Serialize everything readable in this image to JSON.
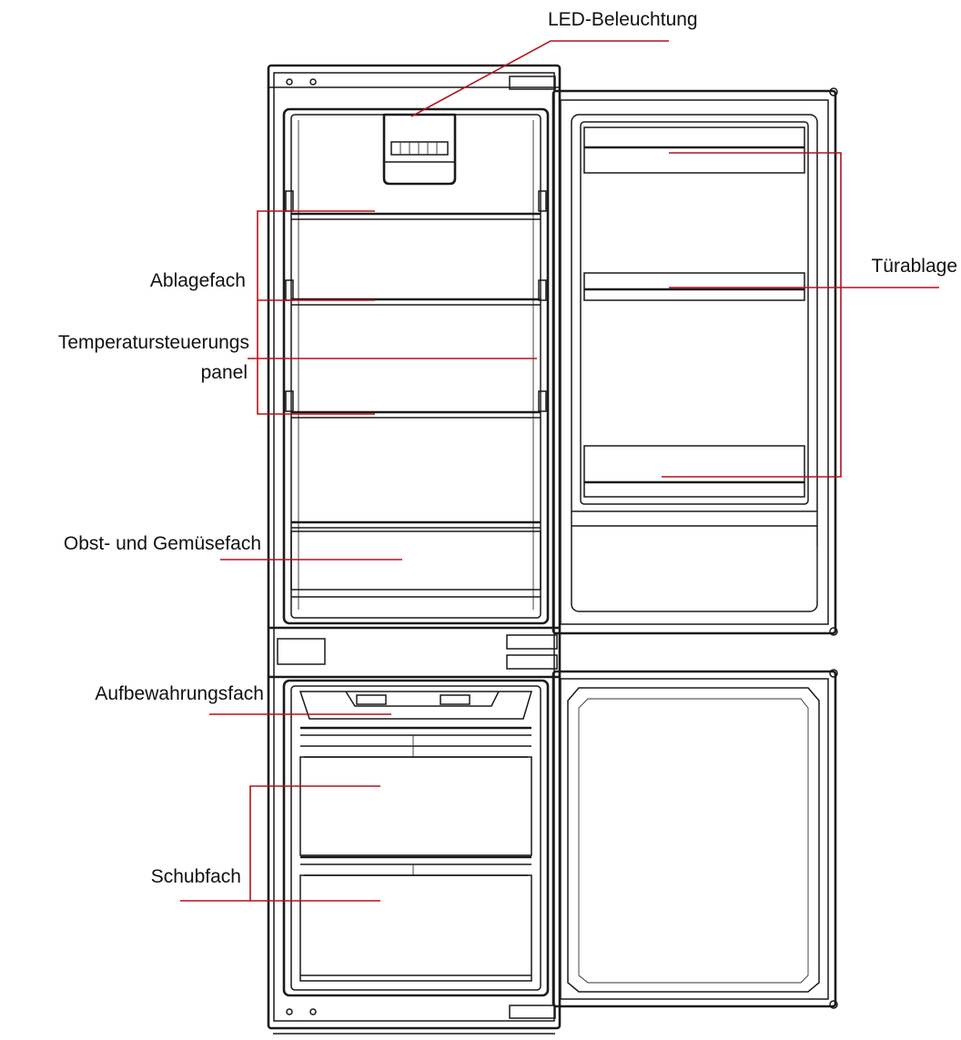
{
  "labels": {
    "led": "LED-Beleuchtung",
    "shelf": "Ablagefach",
    "temp_line1": "Temperatursteuerungs",
    "temp_line2": "panel",
    "crisper": "Obst- und Gemüsefach",
    "storage": "Aufbewahrungsfach",
    "drawer": "Schubfach",
    "door_shelf": "Türablage"
  },
  "colors": {
    "leader": "#b5121b",
    "outline": "#1a1a1a",
    "background": "#ffffff"
  }
}
